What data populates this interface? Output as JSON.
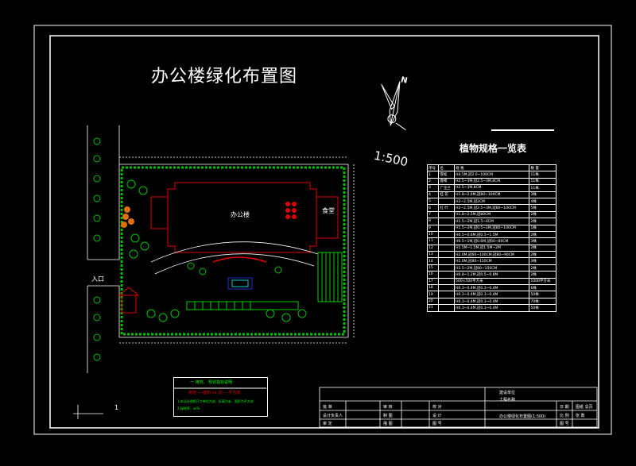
{
  "title": "办公楼绿化布置图",
  "scale_label": "1:500",
  "north_label": "N",
  "main_building_label": "办公楼",
  "east_building_label": "食堂",
  "road_label": "入口",
  "section_label": "1",
  "plant_table": {
    "title": "植物规格一览表",
    "header": [
      "序号",
      "",
      "名",
      "称",
      "规  格",
      "数  量"
    ],
    "rows": [
      [
        "1",
        "雪松",
        "H4.5M,冠2.0~100CM",
        "11株"
      ],
      [
        "2",
        "香樟",
        "H2.5~3M,冠2.5~3M,8CM",
        "11株"
      ],
      [
        "3",
        "广玉兰",
        "H2.5~3M,8CM",
        "11株"
      ],
      [
        "4",
        "桂 花",
        "H1.8~2.0M,冠80~100CM",
        "3株"
      ],
      [
        "5",
        "",
        "H2~2.5M,冠2CM",
        "4株"
      ],
      [
        "6",
        "红 叶",
        "H2~2.5M,冠2.5~3M,冠80~100CM",
        "5株"
      ],
      [
        "7",
        "",
        "H1.8~2.5M,冠80CM",
        "2株"
      ],
      [
        "8",
        "",
        "H1.5~2M,冠1.5~4CM",
        "2株"
      ],
      [
        "9",
        "",
        "H1.5~2M,冠0.5~2M,冠80~100CM",
        "1株"
      ],
      [
        "10",
        "",
        "H0.5~0.6M,冠0.5~1.5M",
        "2株"
      ],
      [
        "11",
        "",
        "H0.5~1M,冠0.6M,冠60~80CM",
        "3株"
      ],
      [
        "12",
        "",
        "H1.5M~1.5M,冠1.5M~2M",
        "2株"
      ],
      [
        "13",
        "",
        "H2.0M,冠60~100CM,冠80~90CM",
        "2株"
      ],
      [
        "14",
        "",
        "H1.0M,冠80~150CM",
        "3株"
      ],
      [
        "15",
        "",
        "H1.5~2M,冠80~150CM",
        "2株"
      ],
      [
        "16",
        "",
        "H0.8~1.2M,冠0.5~0.8M",
        "2株"
      ],
      [
        "17",
        "",
        "500×500平方米",
        "1000平方米"
      ],
      [
        "18",
        "",
        "H0.3~0.4M,冠0.3~0.4M",
        "6株"
      ],
      [
        "19",
        "",
        "H0.3~0.4M,冠0.3~0.4M",
        "50株"
      ],
      [
        "20",
        "",
        "H0.3~0.4M,冠0.3~0.4M",
        "70株"
      ],
      [
        "21",
        "",
        "H0.3~0.4M,冠0.3~0.4M",
        "50株"
      ]
    ]
  },
  "legend_box": {
    "line1": "一 用地、  规划指标说明",
    "line2": "用地 — 面积   xx  总 — 平方米",
    "line3": "1.本设计图纸尺寸单位为米，标高为米，面积为平方米",
    "line4": "2.绿地率：xx%"
  },
  "title_block": {
    "project": "建设单位",
    "project_name": "工程名称",
    "drawing_name": "办公楼绿化布置图(1:500)",
    "cells": [
      "批 准",
      "审 核",
      "校 对",
      "设计负责人",
      "制 图",
      "设 计",
      "审 定",
      "描 图",
      "图 号",
      "日 期",
      "比 例",
      "图 号",
      "图纸 总页",
      "张 数"
    ]
  },
  "colors": {
    "frame": "#ffffff",
    "wall": "#e00000",
    "plants": "#00c000",
    "lawn": "#00ff00",
    "blue": "#2040ff",
    "cyan": "#00ffff"
  }
}
